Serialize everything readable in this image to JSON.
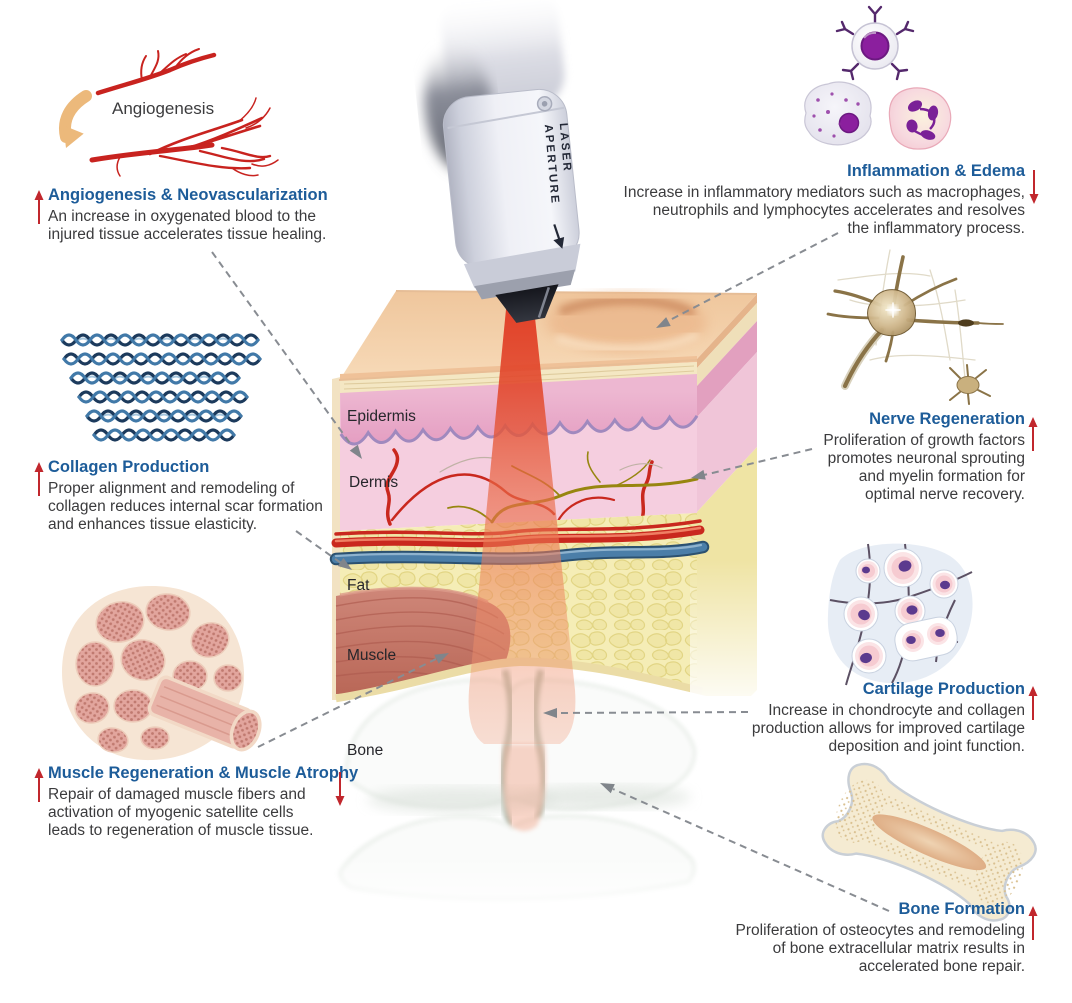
{
  "page": {
    "background": "#FFFFFF",
    "type": "laser-therapy-tissue-effects-infographic"
  },
  "colors": {
    "heading_blue": "#1D5C99",
    "body_text": "#3B3B3D",
    "trend_arrow_red": "#C1272D",
    "connector_gray": "#888C92",
    "beam_red": "#E03A23",
    "artery_red": "#C9281E",
    "vein_blue": "#4B7EA8",
    "fat_yellow": "#F5EDB6",
    "epidermis_pink": "#EDB7D1",
    "dermis_pink": "#F5CEDF",
    "muscle_red": "#C47E70",
    "bone_white": "#FAFBFA"
  },
  "center": {
    "device": {
      "icon": "laser-handpiece",
      "label_line1": "LASER",
      "label_line2": "APERTURE"
    },
    "layers": {
      "0": "Epidermis",
      "1": "Dermis",
      "2": "Fat",
      "3": "Muscle",
      "4": "Bone"
    }
  },
  "annotations": {
    "angiogenesis": {
      "caption": "Angiogenesis",
      "illustration": "branching-blood-vessels",
      "heading": "Angiogenesis & Neovascularization",
      "body": "An increase in oxygenated blood to the\ninjured tissue accelerates tissue healing.",
      "trend": [
        "increase"
      ]
    },
    "collagen": {
      "illustration": "collagen-fiber-strands",
      "heading": "Collagen Production",
      "body": "Proper alignment and remodeling of\ncollagen reduces internal scar formation\nand enhances tissue elasticity.",
      "trend": [
        "increase"
      ]
    },
    "muscle": {
      "illustration": "muscle-fiber-cross-section",
      "heading": "Muscle Regeneration & Muscle Atrophy",
      "body": "Repair of damaged muscle fibers and\nactivation of myogenic satellite cells\nleads to regeneration of muscle tissue.",
      "trend": [
        "increase",
        "decrease"
      ]
    },
    "inflammation": {
      "illustration": "immune-cells",
      "heading": "Inflammation & Edema",
      "body": "Increase in inflammatory mediators such as macrophages,\nneutrophils and lymphocytes  accelerates and resolves\nthe inflammatory process.",
      "trend": [
        "decrease"
      ]
    },
    "nerve": {
      "illustration": "neuron",
      "heading": "Nerve Regeneration",
      "body": "Proliferation of growth factors\npromotes neuronal sprouting\nand myelin formation for\noptimal nerve recovery.",
      "trend": [
        "increase"
      ]
    },
    "cartilage": {
      "illustration": "chondrocyte-cells",
      "heading": "Cartilage Production",
      "body": "Increase in chondrocyte and collagen\nproduction allows for improved cartilage\ndeposition and joint function.",
      "trend": [
        "increase"
      ]
    },
    "bone": {
      "illustration": "long-bone",
      "heading": "Bone Formation",
      "body": "Proliferation of osteocytes and remodeling\nof bone extracellular matrix results in\naccelerated bone repair.",
      "trend": [
        "increase"
      ]
    }
  }
}
